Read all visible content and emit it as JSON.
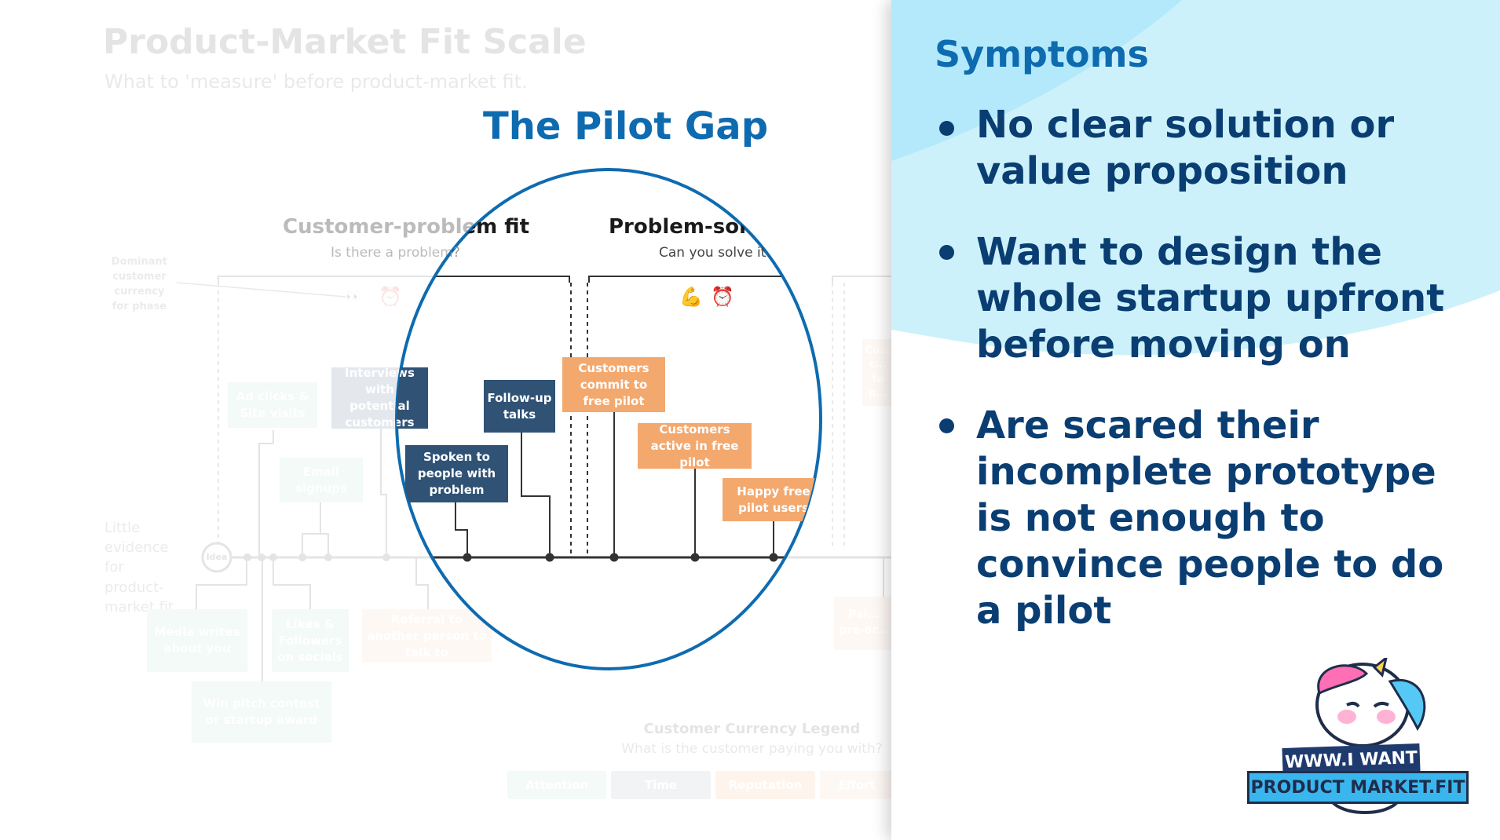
{
  "background_slide": {
    "title": "Product-Market Fit Scale",
    "subtitle": "What to 'measure' before product-market fit.",
    "phase1_title": "Customer-problem fit",
    "phase1_subtitle": "Is there a problem?",
    "phase2_title": "Problem-solution fit",
    "phase2_subtitle": "Can you solve it?",
    "side_note": "Dominant customer currency for phase",
    "left_note": "Little evidence for product-market fit",
    "start_marker": "Idea",
    "boxes": {
      "ad_clicks": "Ad clicks & Site visits",
      "interviews": "Interviews with potential customers",
      "follow_up": "Follow-up talks",
      "customers_commit": "Customers commit to free pilot",
      "customers_active": "Customers active in free pilot",
      "happy_free_pilot": "Happy free pilot users",
      "spoken_to": "Spoken to people with problem",
      "email_signups": "Email signups",
      "media_writes": "Media writes about you",
      "likes_followers": "Likes & Followers on socials",
      "referral": "Referral to another person to talk to",
      "win_pitch": "Win pitch contest or startup award",
      "customers_partial": "Cu... c... to p...",
      "paid_preorder": "Pai... pre-or..."
    },
    "legend": {
      "title": "Customer Currency Legend",
      "subtitle": "What is the customer paying you with?",
      "items": [
        "Attention",
        "Time",
        "Reputation",
        "Effort"
      ]
    }
  },
  "pilot_gap_title": "The Pilot Gap",
  "symptoms": {
    "title": "Symptoms",
    "bullets": [
      "No clear solution or value proposition",
      "Want to design the whole startup upfront before moving on",
      "Are scared their incomplete prototype is not enough to convince people to do a pilot"
    ]
  },
  "logo": {
    "line1": "WWW.I WANT",
    "line2": "PRODUCT MARKET.FIT"
  },
  "colors": {
    "accent_blue": "#0e6bb0",
    "bullet_navy": "#0a3e72",
    "navy_box": "#2f5275",
    "orange_box": "#f3a86e",
    "panel_light_blue": "#cdf1fb"
  },
  "icons": [
    "eyes-icon",
    "alarm-clock-icon",
    "flexed-biceps-icon",
    "unicorn-mascot-icon"
  ]
}
